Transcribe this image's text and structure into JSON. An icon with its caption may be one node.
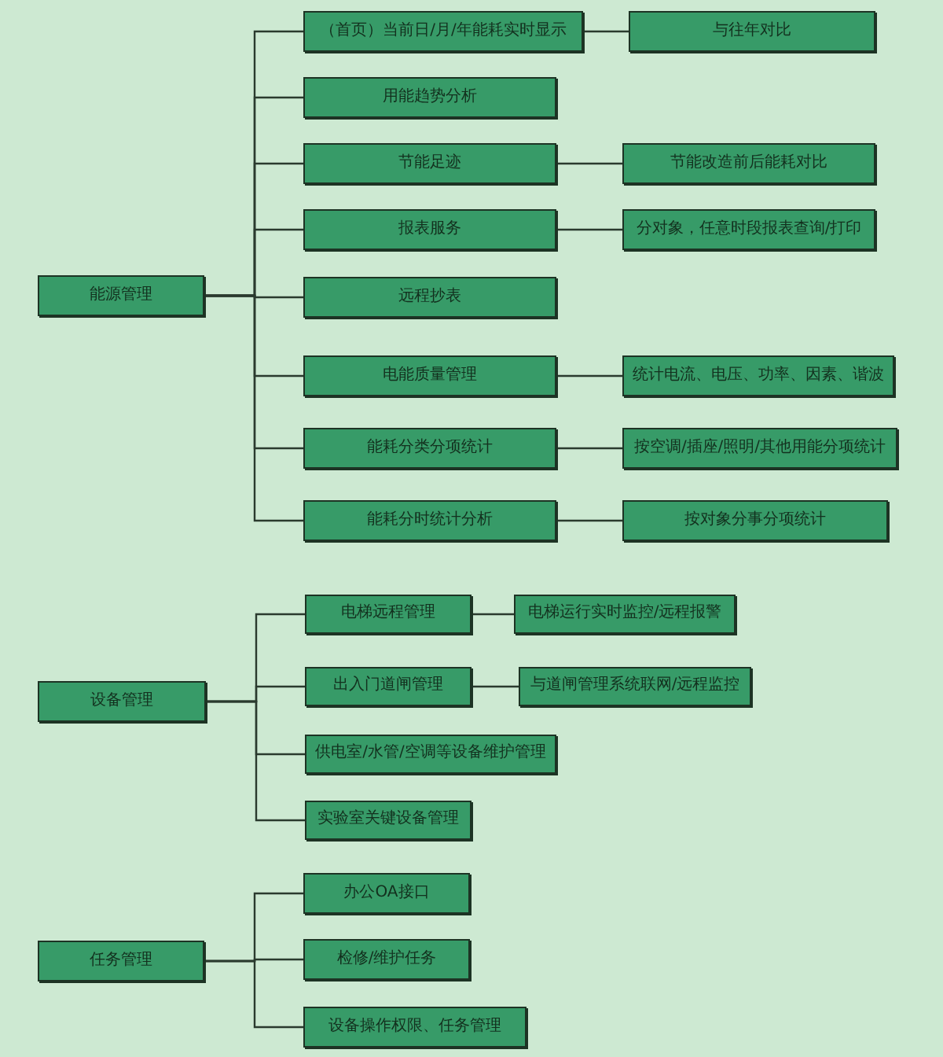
{
  "diagram": {
    "nodes": [
      {
        "text": [
          "能源管理"
        ]
      },
      {
        "text": [
          "（首页）当前日/月/年能耗实时显示"
        ]
      },
      {
        "text": [
          "与往年对比"
        ]
      },
      {
        "text": [
          "用能趋势分析"
        ]
      },
      {
        "text": [
          "节能足迹"
        ]
      },
      {
        "text": [
          "节能改造前后能耗对比"
        ]
      },
      {
        "text": [
          "报表服务"
        ]
      },
      {
        "text": [
          "分对象，任意时段报表查询/打印"
        ]
      },
      {
        "text": [
          "远程抄表"
        ]
      },
      {
        "text": [
          "电能质量管理"
        ]
      },
      {
        "text": [
          "统计电流、电压、功率、因素、谐波"
        ]
      },
      {
        "text": [
          "能耗分类分项统计"
        ]
      },
      {
        "text": [
          "按空调/插座/照明/其他用能分项统计"
        ]
      },
      {
        "text": [
          "能耗分时统计分析"
        ]
      },
      {
        "text": [
          "按对象分事分项统计"
        ]
      },
      {
        "text": [
          "设备管理"
        ]
      },
      {
        "text": [
          "电梯远程管理"
        ]
      },
      {
        "text": [
          "电梯运行实时监控/远程报警"
        ]
      },
      {
        "text": [
          "出入门道闸管理"
        ]
      },
      {
        "text": [
          "与道闸管理系统联网/远程监控"
        ]
      },
      {
        "text": [
          "供电室/水管/空调等设备维护管理"
        ]
      },
      {
        "text": [
          "实验室关键设备管理"
        ]
      },
      {
        "text": [
          "任务管理"
        ]
      },
      {
        "text": [
          "办公OA接口"
        ]
      },
      {
        "text": [
          "检修/维护任务"
        ]
      },
      {
        "text": [
          "设备操作权限、任务管理"
        ]
      }
    ],
    "edges": [
      {
        "from": 0,
        "to": 1,
        "arrow": "none"
      },
      {
        "from": 1,
        "to": 2,
        "arrow": "none"
      },
      {
        "from": 0,
        "to": 3,
        "arrow": "none"
      },
      {
        "from": 0,
        "to": 4,
        "arrow": "none"
      },
      {
        "from": 4,
        "to": 5,
        "arrow": "none"
      },
      {
        "from": 0,
        "to": 6,
        "arrow": "none"
      },
      {
        "from": 6,
        "to": 7,
        "arrow": "none"
      },
      {
        "from": 0,
        "to": 8,
        "arrow": "none"
      },
      {
        "from": 0,
        "to": 9,
        "arrow": "none"
      },
      {
        "from": 9,
        "to": 10,
        "arrow": "none"
      },
      {
        "from": 0,
        "to": 11,
        "arrow": "none"
      },
      {
        "from": 11,
        "to": 12,
        "arrow": "none"
      },
      {
        "from": 0,
        "to": 13,
        "arrow": "none"
      },
      {
        "from": 13,
        "to": 14,
        "arrow": "none"
      },
      {
        "from": 15,
        "to": 16,
        "arrow": "none"
      },
      {
        "from": 16,
        "to": 17,
        "arrow": "none"
      },
      {
        "from": 15,
        "to": 18,
        "arrow": "none"
      },
      {
        "from": 18,
        "to": 19,
        "arrow": "none"
      },
      {
        "from": 15,
        "to": 20,
        "arrow": "none"
      },
      {
        "from": 15,
        "to": 21,
        "arrow": "none"
      },
      {
        "from": 22,
        "to": 23,
        "arrow": "none"
      },
      {
        "from": 22,
        "to": 24,
        "arrow": "none"
      },
      {
        "from": 22,
        "to": 25,
        "arrow": "none"
      }
    ]
  }
}
